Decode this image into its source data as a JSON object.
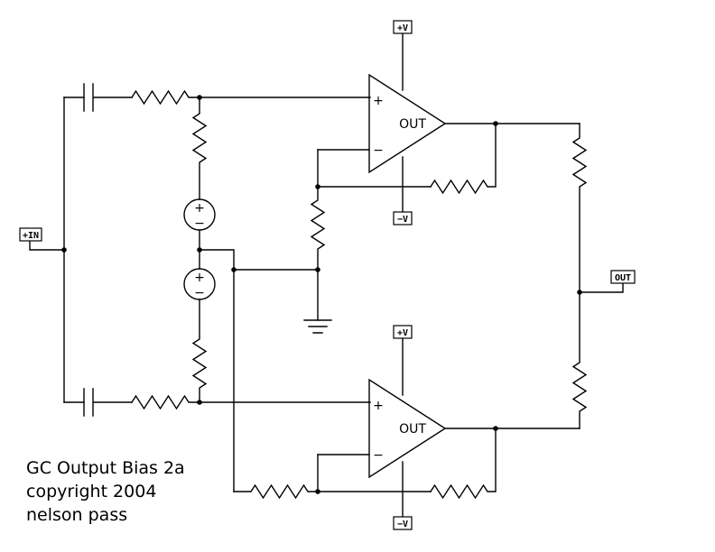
{
  "ports": {
    "input": "+IN",
    "output": "OUT",
    "supply_pos": "+V",
    "supply_neg": "−V"
  },
  "opamps": {
    "label": "OUT",
    "noninv": "+",
    "inv": "−"
  },
  "sources": {
    "plus": "+",
    "minus": "−"
  },
  "notes": {
    "title": "GC Output Bias 2a",
    "copyright": "copyright 2004",
    "author": "nelson pass"
  }
}
